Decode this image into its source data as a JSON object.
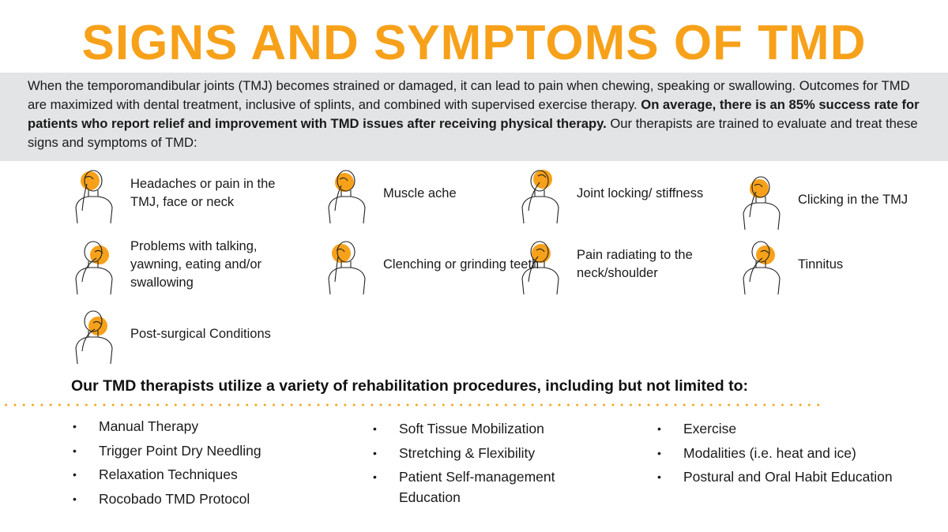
{
  "title": "SIGNS AND SYMPTOMS OF TMD",
  "intro": {
    "text1": "When the temporomandibular joints (TMJ) becomes strained or damaged, it can lead to pain when chewing, speaking or swallowing. Outcomes for TMD are maximized with dental treatment, inclusive of splints, and combined with supervised exercise therapy. ",
    "bold": "On average, there is an 85% success rate for patients who report relief and improvement with TMD issues after receiving physical therapy.",
    "text2": " Our therapists are trained to evaluate and treat these signs and symptoms of TMD:"
  },
  "accent_color": "#F7A11A",
  "symptoms": [
    {
      "label": "Headaches or pain in the TMJ, face or neck",
      "icon": "head-pain-icon"
    },
    {
      "label": "Muscle ache",
      "icon": "muscle-ache-icon"
    },
    {
      "label": "Joint locking/ stiffness",
      "icon": "joint-locking-icon"
    },
    {
      "label": "Clicking in the TMJ",
      "icon": "clicking-icon"
    },
    {
      "label": "Problems with talking, yawning, eating and/or swallowing",
      "icon": "talking-problem-icon"
    },
    {
      "label": "Clenching or grinding teeth",
      "icon": "clenching-icon"
    },
    {
      "label": "Pain radiating to the neck/shoulder",
      "icon": "neck-pain-icon"
    },
    {
      "label": "Tinnitus",
      "icon": "tinnitus-icon"
    },
    {
      "label": "Post-surgical Conditions",
      "icon": "post-surgical-icon"
    }
  ],
  "procedures_heading": "Our TMD therapists utilize a variety of rehabilitation procedures, including but not limited to:",
  "procedures": [
    [
      "Manual Therapy",
      "Trigger Point Dry Needling",
      "Relaxation Techniques",
      "Rocobado TMD Protocol"
    ],
    [
      "Soft Tissue Mobilization",
      "Stretching & Flexibility",
      "Patient Self-management Education"
    ],
    [
      "Exercise",
      "Modalities (i.e. heat and ice)",
      "Postural and Oral Habit Education"
    ]
  ]
}
